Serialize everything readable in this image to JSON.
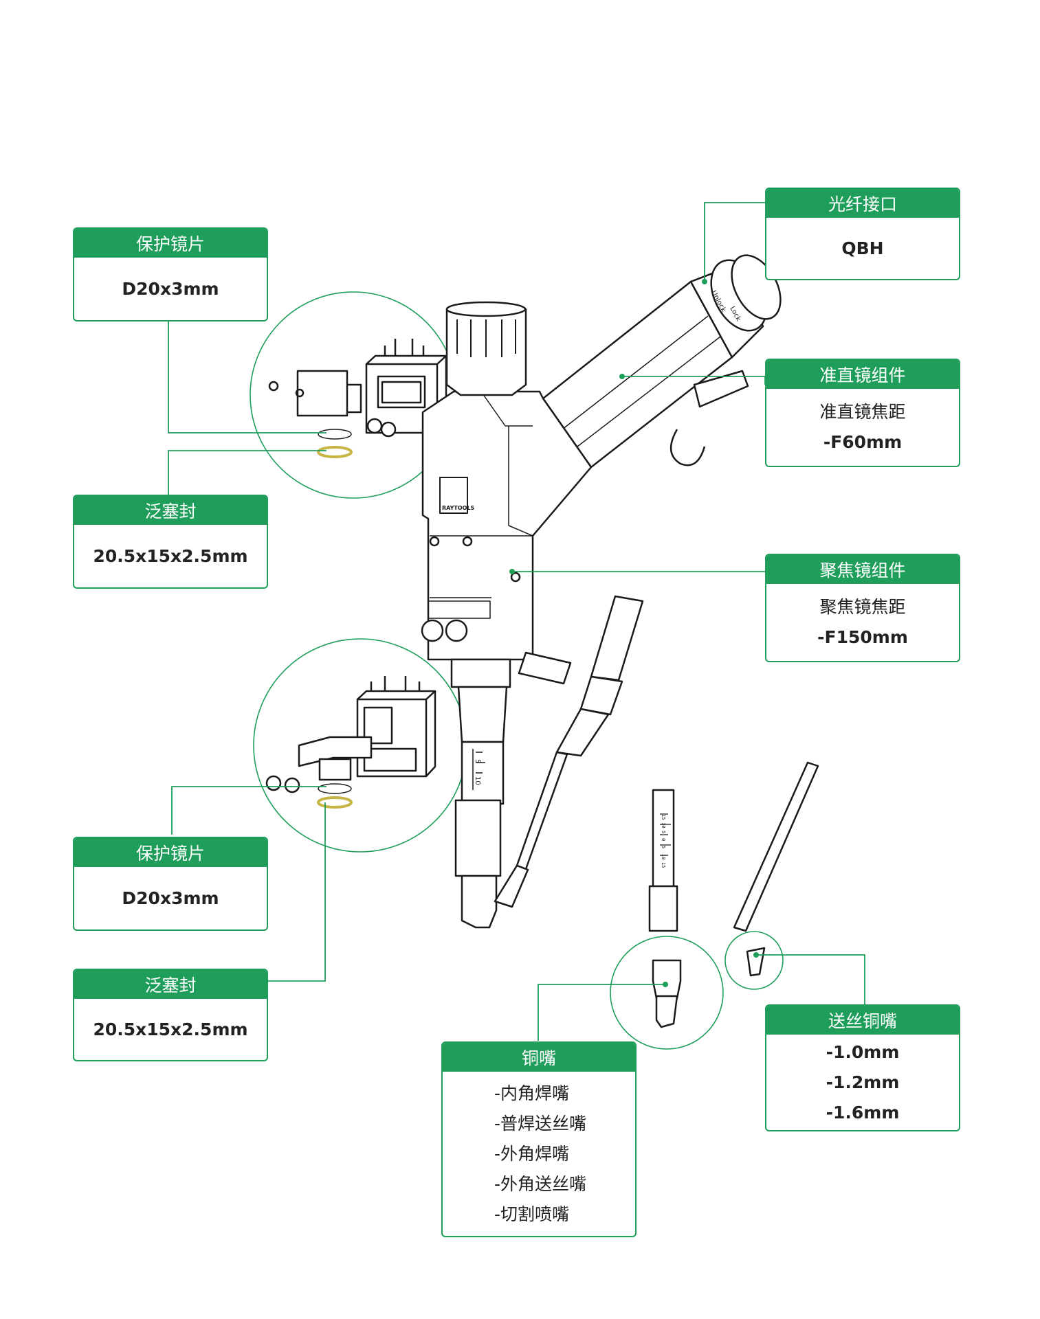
{
  "callouts": {
    "protect_lens_top": {
      "title": "保护镜片",
      "lines": [
        "D20x3mm"
      ]
    },
    "seal_top": {
      "title": "泛塞封",
      "lines": [
        "20.5x15x2.5mm"
      ]
    },
    "fiber_interface": {
      "title": "光纤接口",
      "lines": [
        "QBH"
      ]
    },
    "collimator": {
      "title": "准直镜组件",
      "lines": [
        "准直镜焦距",
        "-F60mm"
      ]
    },
    "focus": {
      "title": "聚焦镜组件",
      "lines": [
        "聚焦镜焦距",
        "-F150mm"
      ]
    },
    "protect_lens_bottom": {
      "title": "保护镜片",
      "lines": [
        "D20x3mm"
      ]
    },
    "seal_bottom": {
      "title": "泛塞封",
      "lines": [
        "20.5x15x2.5mm"
      ]
    },
    "copper_nozzle": {
      "title": "铜嘴",
      "lines": [
        "-内角焊嘴",
        "-普焊送丝嘴",
        "-外角焊嘴",
        "-外角送丝嘴",
        "-切割喷嘴"
      ]
    },
    "wire_nozzle": {
      "title": "送丝铜嘴",
      "lines": [
        "-1.0mm",
        "-1.2mm",
        "-1.6mm"
      ]
    }
  },
  "device_labels": {
    "unlock": "Unlock",
    "lock": "Lock",
    "brand": "RAYTOOLS",
    "scale_marks": [
      "5",
      "10"
    ],
    "small_scale_marks": [
      "15",
      "10",
      "5",
      "0",
      "5",
      "10",
      "15"
    ]
  },
  "colors": {
    "accent": "#1e9e5a",
    "line": "#1e9e5a",
    "outline": "#1a1a1a",
    "seal": "#c8b548"
  }
}
